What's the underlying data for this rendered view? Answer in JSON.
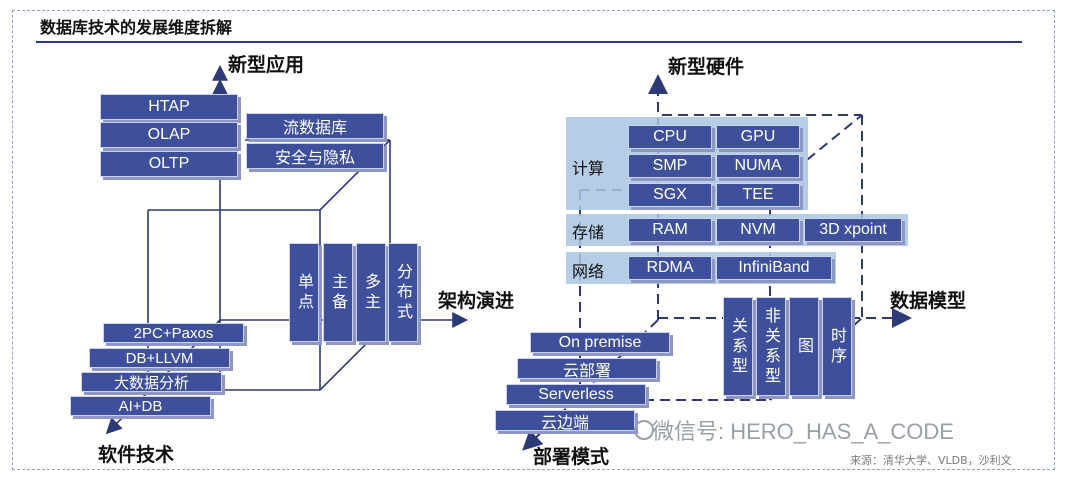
{
  "title": "数据库技术的发展维度拆解",
  "axes": {
    "new_apps": "新型应用",
    "software": "软件技术",
    "architecture": "架构演进",
    "new_hardware": "新型硬件",
    "data_model": "数据模型",
    "deployment": "部署模式"
  },
  "apps": [
    "HTAP",
    "OLAP",
    "OLTP"
  ],
  "apps_extra": [
    "流数据库",
    "安全与隐私"
  ],
  "architecture": [
    "单点",
    "主备",
    "多主",
    "分布式"
  ],
  "software": [
    "2PC+Paxos",
    "DB+LLVM",
    "大数据分析",
    "AI+DB"
  ],
  "hardware": {
    "compute_label": "计算",
    "compute": [
      "CPU",
      "GPU",
      "SMP",
      "NUMA",
      "SGX",
      "TEE"
    ],
    "storage_label": "存储",
    "storage": [
      "RAM",
      "NVM",
      "3D xpoint"
    ],
    "network_label": "网络",
    "network": [
      "RDMA",
      "InfiniBand"
    ]
  },
  "data_models": [
    "关系型",
    "非关系型",
    "图",
    "时序"
  ],
  "deployment": [
    "On premise",
    "云部署",
    "Serverless",
    "云边端"
  ],
  "watermark": "微信号: HERO_HAS_A_CODE",
  "source": "来源：清华大学、VLDB，沙利文",
  "colors": {
    "box": "#3e4f9c",
    "panel": "#a9c4e2",
    "line": "#2d3a78"
  }
}
